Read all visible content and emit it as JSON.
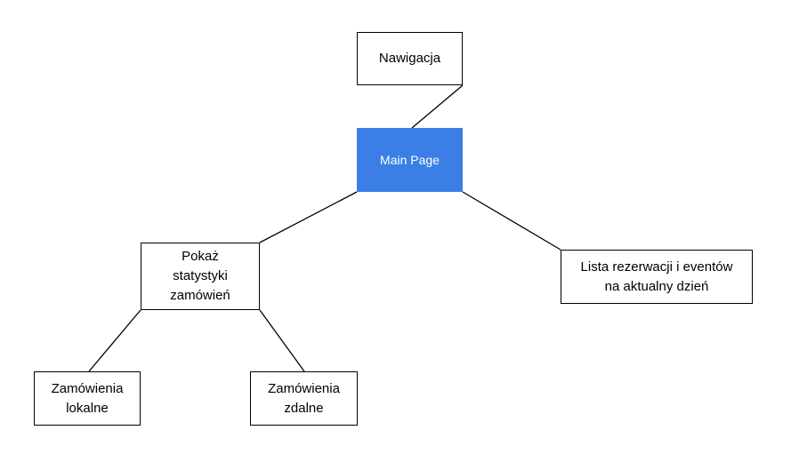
{
  "diagram": {
    "nodes": {
      "nawigacja": {
        "label": "Nawigacja"
      },
      "main": {
        "label": "Main Page"
      },
      "pokaz": {
        "label": "Pokaż\nstatystyki\nzamówień"
      },
      "lista": {
        "label": "Lista rezerwacji i eventów\nna aktualny dzień"
      },
      "lokalne": {
        "label": "Zamówienia\nlokalne"
      },
      "zdalne": {
        "label": "Zamówienia\nzdalne"
      }
    },
    "edges": [
      {
        "from": "nawigacja",
        "to": "main"
      },
      {
        "from": "main",
        "to": "pokaz"
      },
      {
        "from": "main",
        "to": "lista"
      },
      {
        "from": "pokaz",
        "to": "lokalne"
      },
      {
        "from": "pokaz",
        "to": "zdalne"
      }
    ],
    "colors": {
      "main_fill": "#3b7fe6",
      "main_text": "#ffffff",
      "node_border": "#000000",
      "connector": "#000000"
    }
  }
}
